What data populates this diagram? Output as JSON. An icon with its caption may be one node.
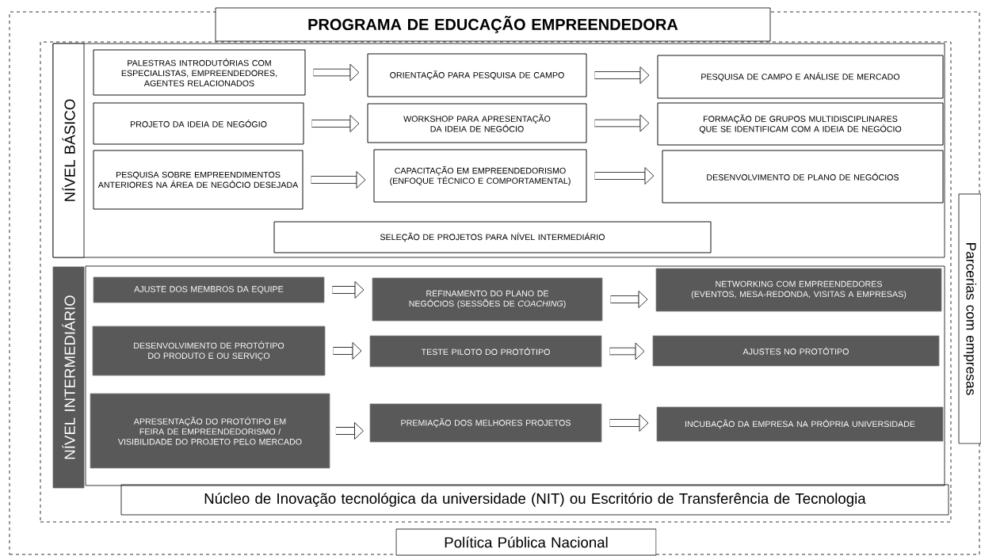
{
  "diagram": {
    "title": "PROGRAMA DE EDUCAÇÃO EMPREENDEDORA",
    "nodes": [
      {
        "text": [
          "Política Pública Nacional"
        ]
      },
      {
        "text": [
          "Núcleo de Inovação tecnológica da universidade (NIT) ou Escritório de Transferência de Tecnologia"
        ],
        "in": 0
      },
      {
        "text": [
          "Parcerias com empresas"
        ],
        "in": 0
      },
      {
        "text": [
          "NÍVEL BÁSICO"
        ],
        "in": 1
      },
      {
        "text": [
          "PALESTRAS INTRODUTÓRIAS COM ESPECIALISTAS, EMPREENDEDORES, AGENTES RELACIONADOS"
        ],
        "in": 3
      },
      {
        "text": [
          "ORIENTAÇÃO PARA PESQUISA DE CAMPO"
        ],
        "in": 3
      },
      {
        "text": [
          "PESQUISA DE CAMPO E ANÁLISE DE MERCADO"
        ],
        "in": 3
      },
      {
        "text": [
          "PROJETO DA IDEIA DE NEGÓGIO"
        ],
        "in": 3
      },
      {
        "text": [
          "WORKSHOP PARA APRESENTAÇÃO DA IDEIA DE NEGÓCIO"
        ],
        "in": 3
      },
      {
        "text": [
          "FORMAÇÃO DE GRUPOS MULTIDISCIPLINARES QUE SE IDENTIFICAM COM A IDEIA DE NEGÓCIO"
        ],
        "in": 3
      },
      {
        "text": [
          "PESQUISA SOBRE EMPREENDIMENTOS ANTERIORES NA ÁREA DE NEGÓCIO DESEJADA"
        ],
        "in": 3
      },
      {
        "text": [
          "CAPACITAÇÃO EM EMPREENDEDORISMO (ENFOQUE TÉCNICO E COMPORTAMENTAL)"
        ],
        "in": 3
      },
      {
        "text": [
          "DESENVOLVIMENTO DE PLANO DE NEGÓCIOS"
        ],
        "in": 3
      },
      {
        "text": [
          "SELEÇÃO DE PROJETOS PARA NÍVEL INTERMEDIÁRIO"
        ],
        "in": 3
      },
      {
        "text": [
          "NÍVEL INTERMEDIÁRIO"
        ],
        "in": 1
      },
      {
        "text": [
          "AJUSTE DOS MEMBROS DA EQUIPE"
        ],
        "in": 14
      },
      {
        "text": [
          "REFINAMENTO DO PLANO DE NEGÓCIOS (SESSÕES DE *COACHING*)"
        ],
        "in": 14
      },
      {
        "text": [
          "NETWORKING COM EMPREENDEDORES (EVENTOS, MESA-REDONDA, VISITAS A EMPRESAS)"
        ],
        "in": 14
      },
      {
        "text": [
          "DESENVOLVIMENTO DE PROTÓTIPO DO PRODUTO E OU SERVIÇO"
        ],
        "in": 14
      },
      {
        "text": [
          "TESTE PILOTO DO PROTÓTIPO"
        ],
        "in": 14
      },
      {
        "text": [
          "AJUSTES NO PROTÓTIPO"
        ],
        "in": 14
      },
      {
        "text": [
          "APRESENTAÇÃO DO PROTÓTIPO EM FEIRA DE EMPREENDEDORISMO / VISIBILIDADE DO PROJETO PELO MERCADO"
        ],
        "in": 14
      },
      {
        "text": [
          "PREMIAÇÃO DOS MELHORES PROJETOS"
        ],
        "in": 14
      },
      {
        "text": [
          "INCUBAÇÃO DA EMPRESA NA PRÓPRIA UNIVERSIDADE"
        ],
        "in": 14
      }
    ],
    "edges": [
      {
        "from": 4,
        "to": 5,
        "arrow": "to"
      },
      {
        "from": 5,
        "to": 6,
        "arrow": "to"
      },
      {
        "from": 7,
        "to": 8,
        "arrow": "to"
      },
      {
        "from": 8,
        "to": 9,
        "arrow": "to"
      },
      {
        "from": 10,
        "to": 11,
        "arrow": "to"
      },
      {
        "from": 11,
        "to": 12,
        "arrow": "to"
      },
      {
        "from": 15,
        "to": 16,
        "arrow": "to"
      },
      {
        "from": 16,
        "to": 17,
        "arrow": "to"
      },
      {
        "from": 18,
        "to": 19,
        "arrow": "to"
      },
      {
        "from": 19,
        "to": 20,
        "arrow": "to"
      },
      {
        "from": 21,
        "to": 22,
        "arrow": "to"
      },
      {
        "from": 22,
        "to": 23,
        "arrow": "to"
      }
    ]
  }
}
